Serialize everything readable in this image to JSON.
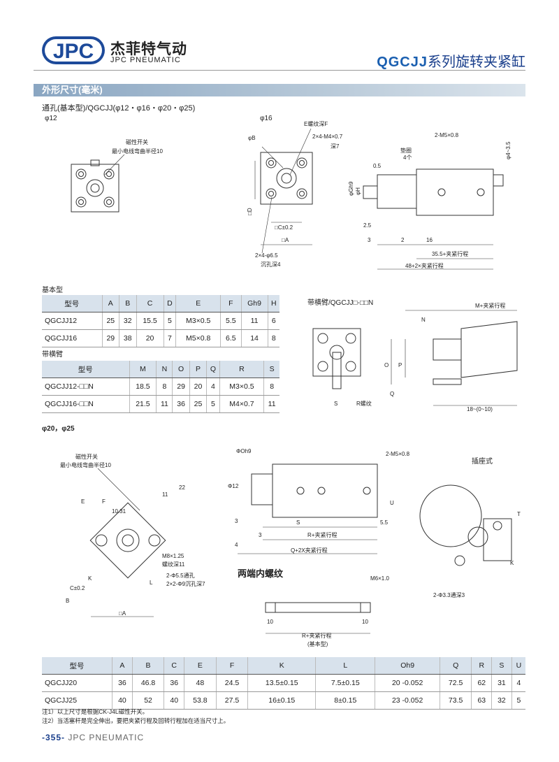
{
  "header": {
    "logo_text": "JPC",
    "brand_cn": "杰菲特气动",
    "brand_en": "JPC PNEUMATIC",
    "series_code": "QGCJJ",
    "series_name": "系列旋转夹紧缸"
  },
  "section_title": "外形尺寸(毫米)",
  "subtitle": "通孔(基本型)/QGCJJ(φ12・φ16・φ20・φ25)",
  "labels": {
    "phi12": "φ12",
    "phi16": "φ16",
    "phi20_25": "φ20，φ25",
    "basic_type": "基本型",
    "cross_arm": "带横臂",
    "cross_arm_model": "带横臂/QGCJJ□",
    "cross_arm_model_tail": "-□□N",
    "both_end_thread": "两端内螺纹",
    "socket_type": "插座式"
  },
  "drawing_text": {
    "magnet_switch": "磁性开关",
    "min_bend": "最小电线弯曲半径10",
    "e_thread": "E螺纹深F",
    "m4": "2×4-M4×0.7",
    "deep7": "深7",
    "phi_b": "φB",
    "d_tol": "□D",
    "c02": "□C±0.2",
    "a_box": "□A",
    "hole65": "2×4-φ6.5",
    "cbore4": "沉孔深4",
    "m5": "2-M5×0.8",
    "washer": "垫圈",
    "four": "4个",
    "v05": "0.5",
    "phi4": "φ4~3.5",
    "gh9": "φGh9",
    "phi_h": "φH",
    "v25": "2.5",
    "v3": "3",
    "v2": "2",
    "v16": "16",
    "stroke355": "35.5+夹紧行程",
    "stroke48": "48+2×夹紧行程",
    "m_stroke": "M+夹紧行程",
    "n": "N",
    "o": "O",
    "p": "P",
    "q": "Q",
    "s": "S",
    "r_thread": "R螺纹",
    "stroke18": "18~(0~10)",
    "e": "E",
    "f": "F",
    "v10_31": "10.31",
    "v11": "11",
    "v22": "22",
    "m8": "M8×1.25",
    "deep11": "螺纹深11",
    "hole55": "2-Φ5.5通孔",
    "hole9": "2×2-Φ9沉孔深7",
    "k": "K",
    "l": "L",
    "c02b": "C±0.2",
    "b": "B",
    "oh9": "ΦOh9",
    "phi12b": "Φ12",
    "m5b": "2-M5×0.8",
    "u": "U",
    "v4": "4",
    "v55": "5.5",
    "r_stroke": "R+夹紧行程",
    "q2x": "Q+2X夹紧行程",
    "m6": "M6×1.0",
    "v10a": "10",
    "v10b": "10",
    "r_stroke2": "R+夹紧行程",
    "basic_note": "(基本型)",
    "hole33": "2-Φ3.3通深3",
    "t": "T"
  },
  "table1": {
    "headers": [
      "型号",
      "A",
      "B",
      "C",
      "D",
      "E",
      "F",
      "Gh9",
      "H"
    ],
    "rows": [
      [
        "QGCJJ12",
        "25",
        "32",
        "15.5",
        "5",
        "M3×0.5",
        "5.5",
        "11",
        "6"
      ],
      [
        "QGCJJ16",
        "29",
        "38",
        "20",
        "7",
        "M5×0.8",
        "6.5",
        "14",
        "8"
      ]
    ]
  },
  "table2": {
    "headers": [
      "型号",
      "M",
      "N",
      "O",
      "P",
      "Q",
      "R",
      "S"
    ],
    "rows": [
      [
        "QGCJJ12-□□N",
        "18.5",
        "8",
        "29",
        "20",
        "4",
        "M3×0.5",
        "8"
      ],
      [
        "QGCJJ16-□□N",
        "21.5",
        "11",
        "36",
        "25",
        "5",
        "M4×0.7",
        "11"
      ]
    ]
  },
  "table3": {
    "headers": [
      "型号",
      "A",
      "B",
      "C",
      "E",
      "F",
      "K",
      "L",
      "Oh9",
      "Q",
      "R",
      "S",
      "U"
    ],
    "rows": [
      [
        "QGCJJ20",
        "36",
        "46.8",
        "36",
        "48",
        "24.5",
        "13.5±0.15",
        "7.5±0.15",
        "20 -0.052",
        "72.5",
        "62",
        "31",
        "4"
      ],
      [
        "QGCJJ25",
        "40",
        "52",
        "40",
        "53.8",
        "27.5",
        "16±0.15",
        "8±0.15",
        "23 -0.052",
        "73.5",
        "63",
        "32",
        "5"
      ]
    ]
  },
  "notes": [
    "注1）以上尺寸是根据CK-J4L磁性开关。",
    "注2）当活塞杆是完全伸出，要把夹紧行程及回转行程加在适当尺寸上。"
  ],
  "footer": {
    "page": "-355-",
    "brand": "JPC PNEUMATIC"
  }
}
